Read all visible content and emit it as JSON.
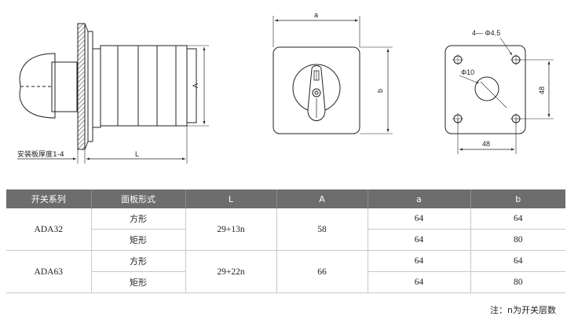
{
  "drawings": {
    "side_view": {
      "dim_vertical": "A",
      "dim_horizontal": "L",
      "mount_note": "安装板厚度1-4"
    },
    "front_view": {
      "dim_width": "a",
      "dim_height": "b"
    },
    "hole_view": {
      "holes_label": "4— Φ4.5",
      "center_hole_label": "Φ10",
      "dim_vertical": "48",
      "dim_horizontal": "48"
    }
  },
  "table": {
    "headers": [
      "开关系列",
      "面板形式",
      "L",
      "A",
      "a",
      "b"
    ],
    "groups": [
      {
        "model": "ADA32",
        "L": "29+13n",
        "A": "58",
        "rows": [
          {
            "style": "方形",
            "a": "64",
            "b": "64"
          },
          {
            "style": "矩形",
            "a": "64",
            "b": "80"
          }
        ]
      },
      {
        "model": "ADA63",
        "L": "29+22n",
        "A": "66",
        "rows": [
          {
            "style": "方形",
            "a": "64",
            "b": "64"
          },
          {
            "style": "矩形",
            "a": "64",
            "b": "80"
          }
        ]
      }
    ]
  },
  "note": "注：n为开关层数"
}
